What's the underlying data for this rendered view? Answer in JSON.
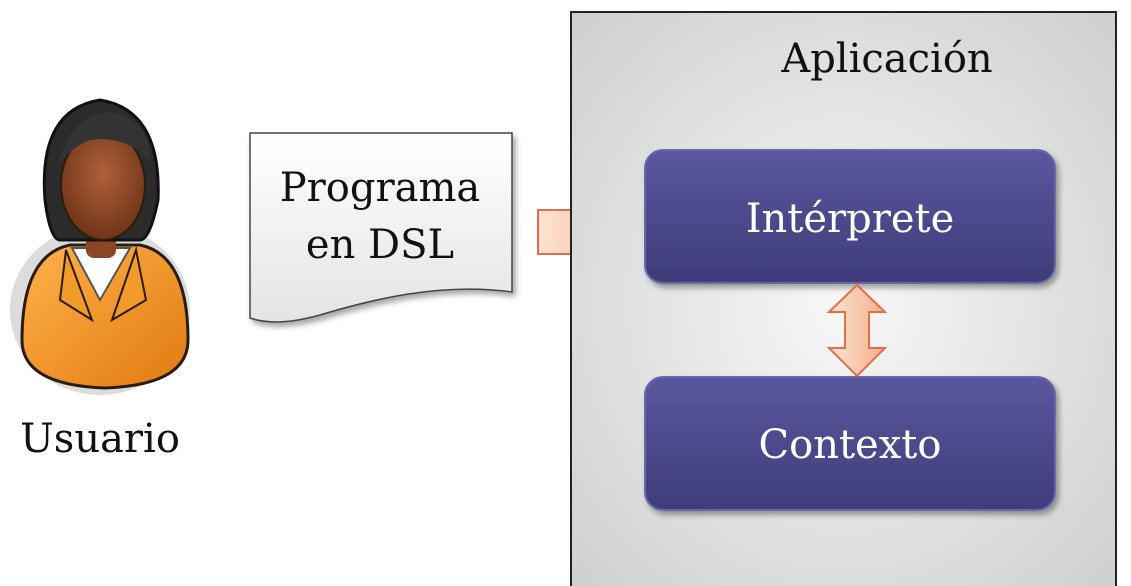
{
  "user": {
    "label": "Usuario",
    "icon": "person-icon"
  },
  "document": {
    "line1": "Programa",
    "line2": "en DSL"
  },
  "application": {
    "title": "Aplicación",
    "interpreter_label": "Intérprete",
    "context_label": "Contexto"
  },
  "colors": {
    "box_fill": "#4b4886",
    "box_border": "#6a67a6",
    "arrow_fill": "#f8c4a6",
    "arrow_stroke": "#e0704a",
    "panel_fill": "#e6e6e6"
  }
}
